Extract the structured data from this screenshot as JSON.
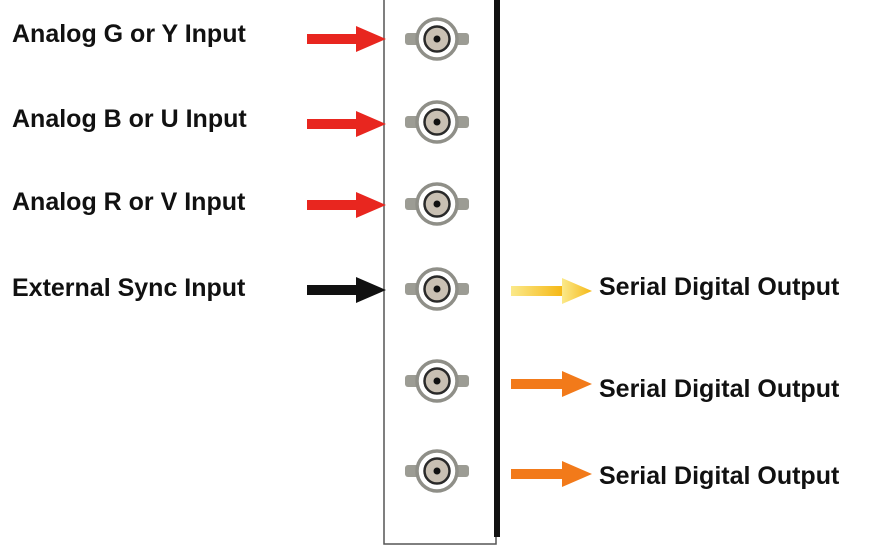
{
  "diagram": {
    "inputs": [
      {
        "label": "Analog G or Y Input",
        "arrow_color": "#e8261f"
      },
      {
        "label": "Analog B or U Input",
        "arrow_color": "#e8261f"
      },
      {
        "label": "Analog R or V Input",
        "arrow_color": "#e8261f"
      },
      {
        "label": "External Sync Input",
        "arrow_color": "#111111"
      }
    ],
    "outputs": [
      {
        "label": "Serial Digital Output",
        "arrow_color": "#f5c21a"
      },
      {
        "label": "Serial Digital Output",
        "arrow_color": "#f27a1a"
      },
      {
        "label": "Serial Digital Output",
        "arrow_color": "#f27a1a"
      }
    ],
    "connector_count": 6,
    "panel_color": "#ffffff",
    "panel_edge_color": "#111111",
    "connector_color": "#c9c0b3"
  }
}
